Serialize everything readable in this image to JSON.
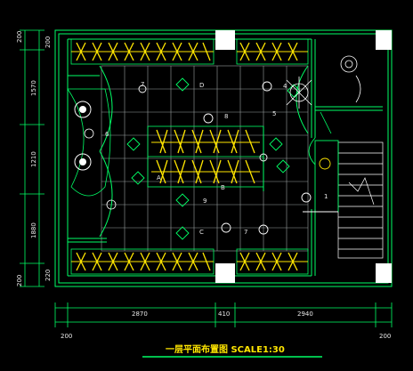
{
  "title": "一层平面布置图 SCALE1:30",
  "colors": {
    "background": "#000000",
    "walls": "#00ff66",
    "racks": "#ffe600",
    "dimensions": "#00ff66",
    "text": "#e8e8e8",
    "grid": "#9aa0a0",
    "columns": "#ffffff"
  },
  "dimensions": {
    "left_outer": [
      "200",
      "200"
    ],
    "left_main": [
      "1570",
      "1210",
      "1880"
    ],
    "left_bottom": [
      "200",
      "220"
    ],
    "bottom_main": [
      "2870",
      "410",
      "2940"
    ],
    "bottom_outer": [
      "200",
      "200"
    ]
  },
  "room_labels": [
    "7",
    "D",
    "8",
    "6",
    "A",
    "B",
    "9",
    "C",
    "7",
    "5",
    "4",
    "1"
  ]
}
